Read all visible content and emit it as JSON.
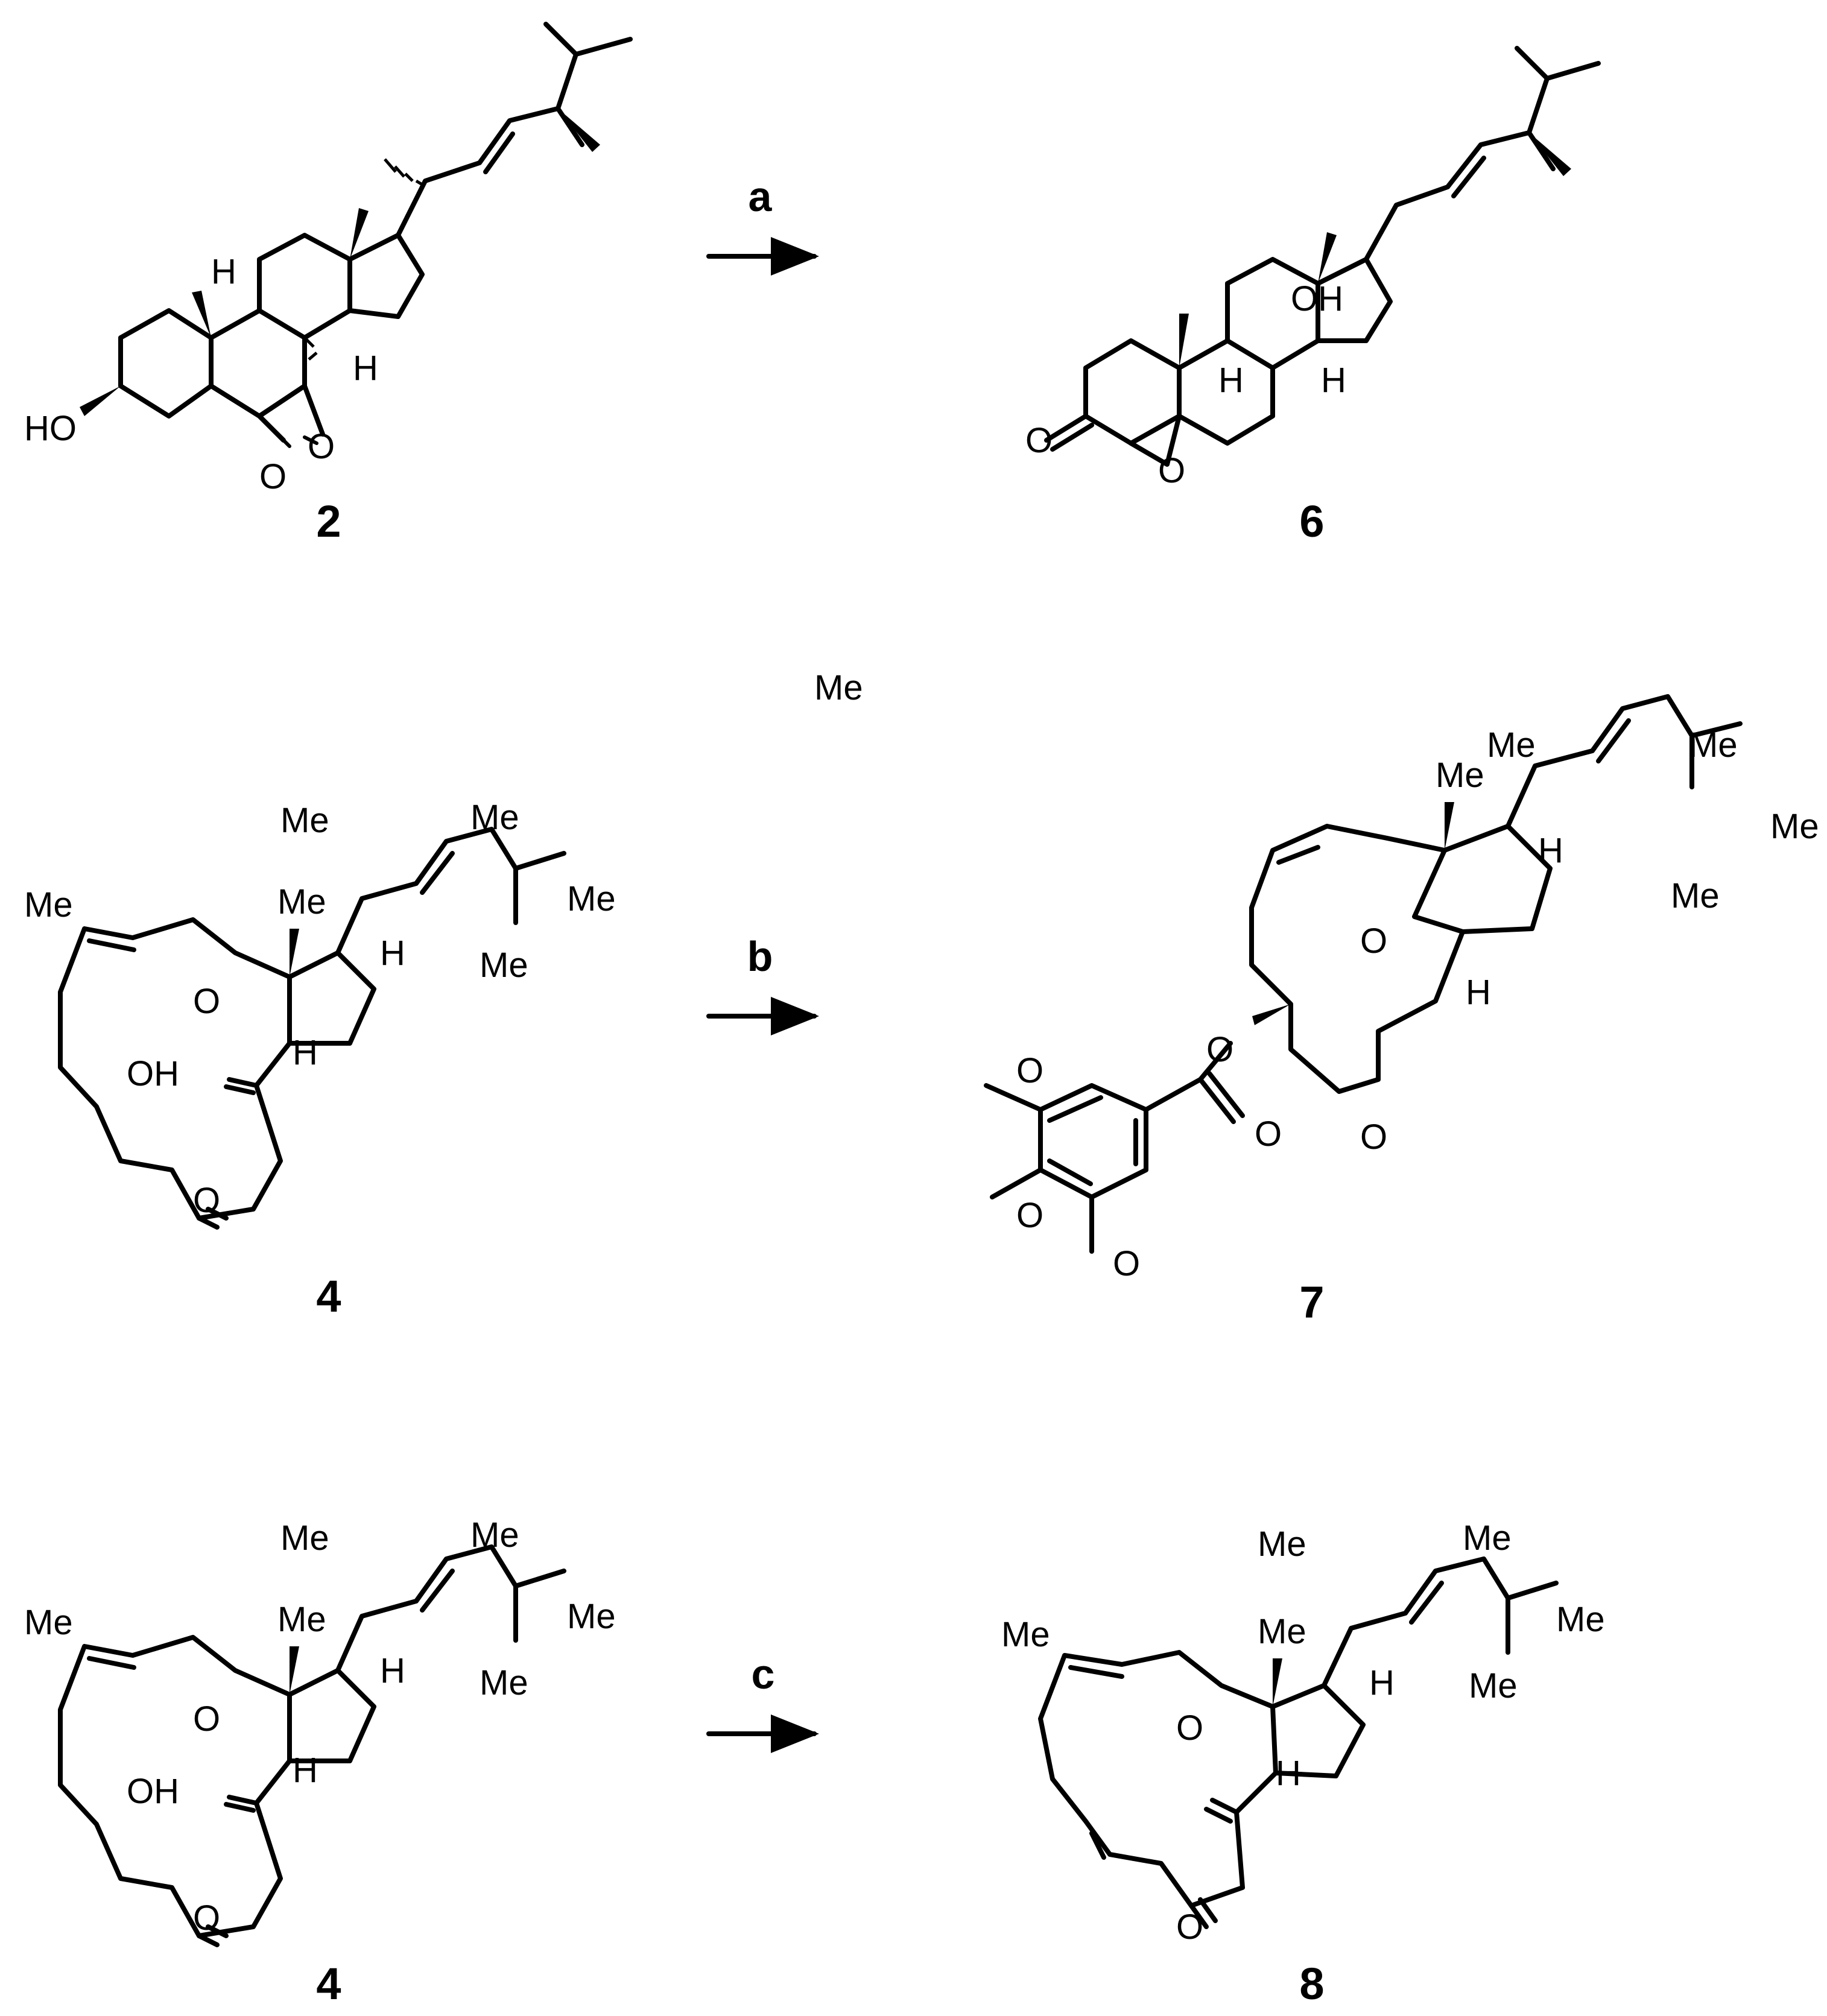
{
  "reactions": [
    {
      "step": "a",
      "reactant": "2",
      "product": "6"
    },
    {
      "step": "b",
      "reactant": "4",
      "product": "7"
    },
    {
      "step": "c",
      "reactant": "4",
      "product": "8"
    }
  ],
  "atom_labels": {
    "HO": "HO",
    "OH": "OH",
    "O": "O",
    "H": "H",
    "Me": "Me"
  }
}
